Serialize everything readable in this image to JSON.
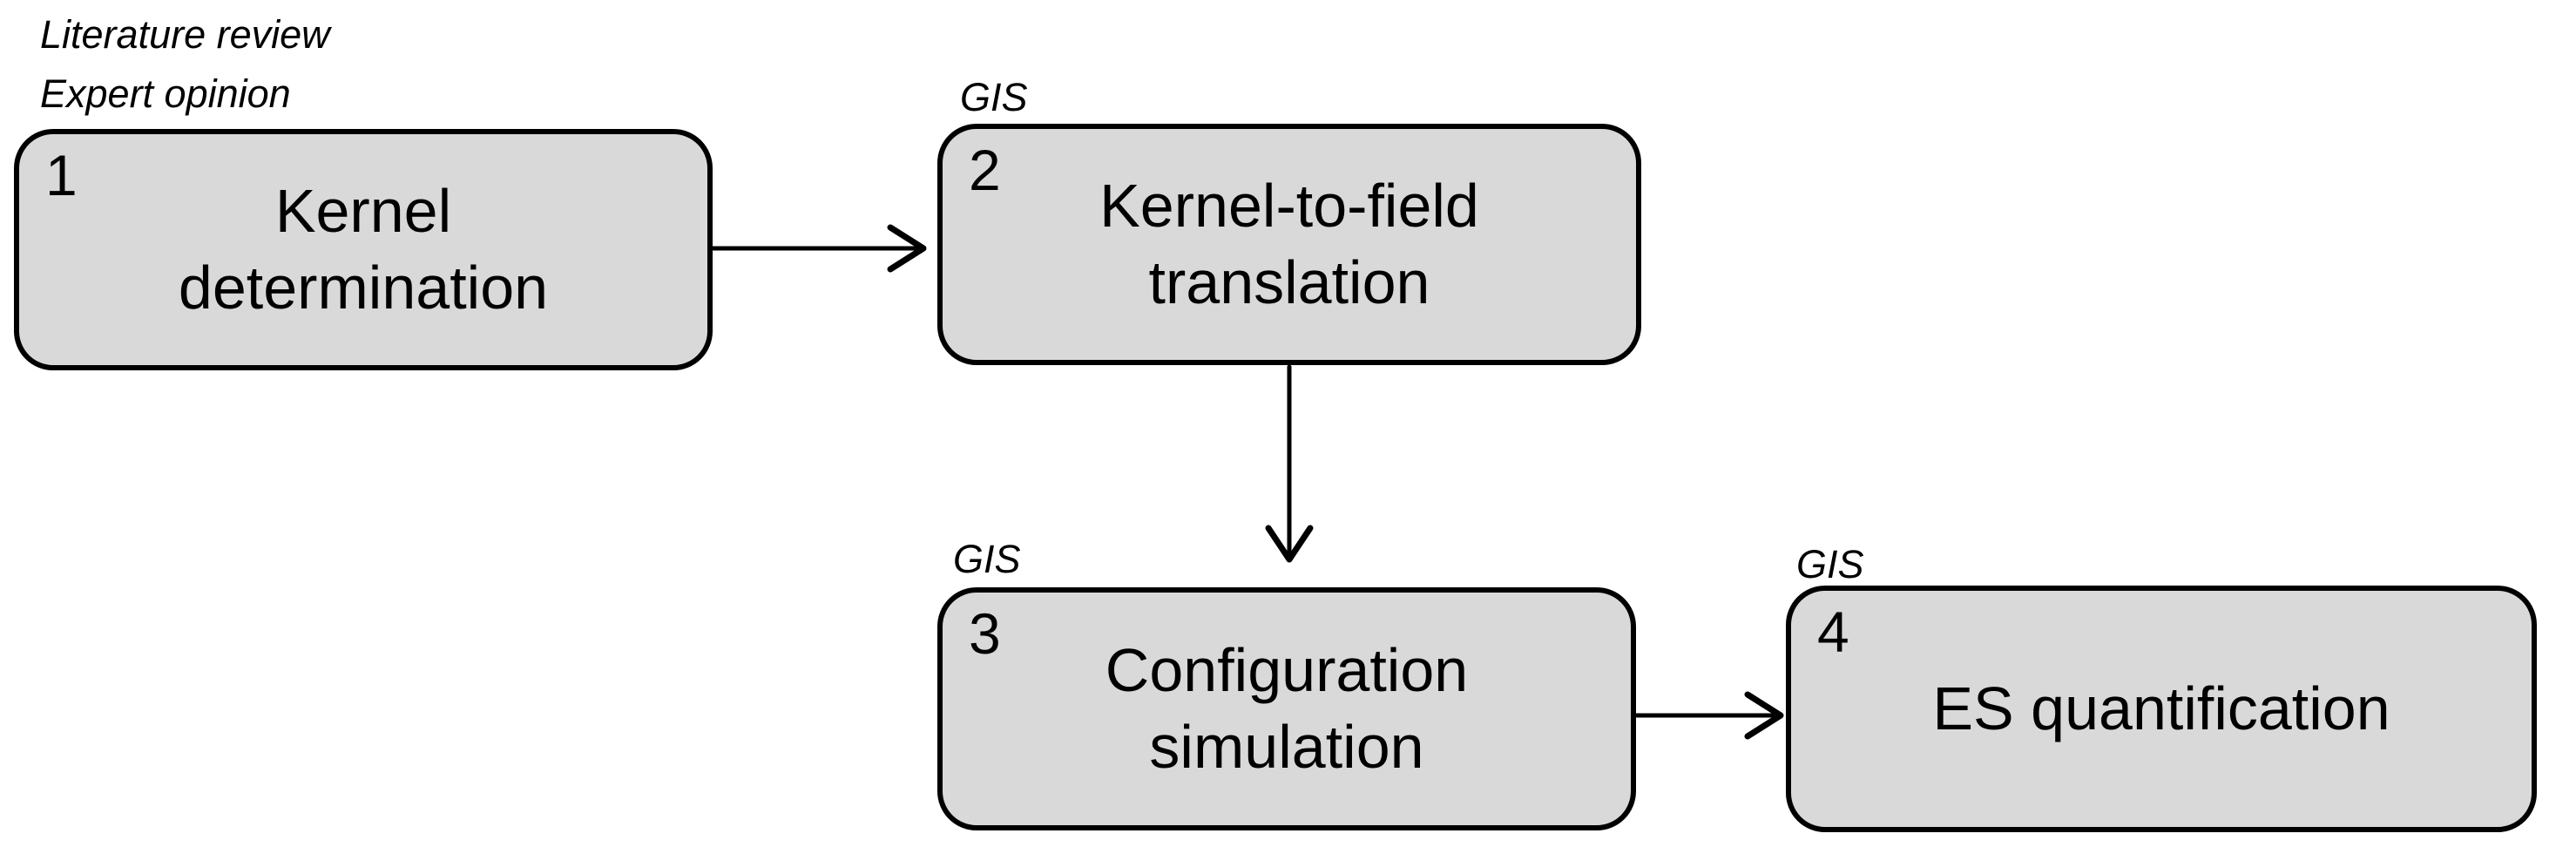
{
  "figure": {
    "background": "#ffffff",
    "box_fill": "#d9d9d9",
    "box_border": "#000000",
    "text_color": "#000000"
  },
  "steps": [
    {
      "number": "1",
      "label_lines": [
        "Kernel",
        "determination"
      ],
      "annotation_lines": [
        "Literature review",
        "Expert opinion"
      ]
    },
    {
      "number": "2",
      "label_lines": [
        "Kernel-to-field",
        "translation"
      ],
      "annotation_lines": [
        "GIS"
      ]
    },
    {
      "number": "3",
      "label_lines": [
        "Configuration",
        "simulation"
      ],
      "annotation_lines": [
        "GIS"
      ]
    },
    {
      "number": "4",
      "label_lines": [
        "ES quantification"
      ],
      "annotation_lines": [
        "GIS"
      ]
    }
  ],
  "connections": [
    {
      "from": "1",
      "to": "2"
    },
    {
      "from": "2",
      "to": "3"
    },
    {
      "from": "3",
      "to": "4"
    }
  ]
}
